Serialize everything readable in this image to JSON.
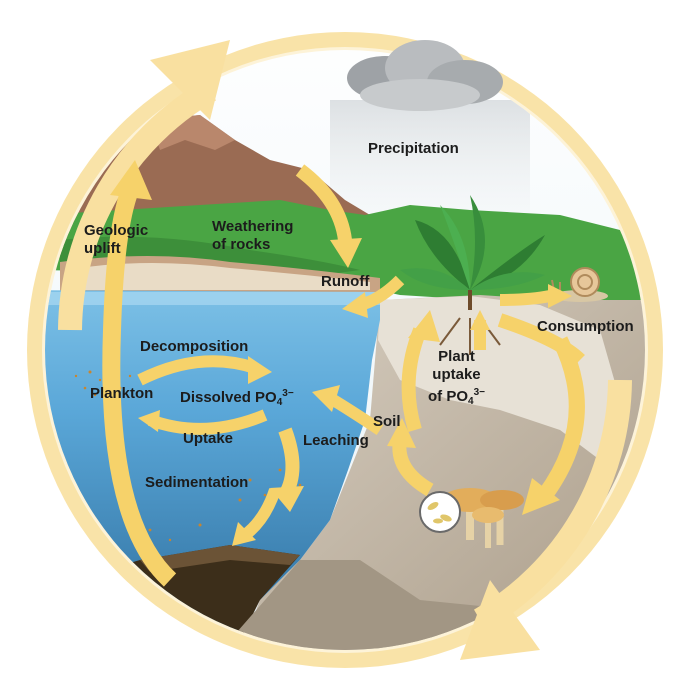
{
  "labels": {
    "precipitation": "Precipitation",
    "geologic_uplift": [
      "Geologic",
      "uplift"
    ],
    "weathering": [
      "Weathering",
      "of rocks"
    ],
    "runoff": "Runoff",
    "consumption": "Consumption",
    "decomposition": "Decomposition",
    "plant_uptake": [
      "Plant",
      "uptake",
      "of PO",
      "4",
      "3−"
    ],
    "plankton": "Plankton",
    "dissolved": [
      "Dissolved PO",
      "4",
      "3−"
    ],
    "soil": "Soil",
    "uptake": "Uptake",
    "leaching": "Leaching",
    "sedimentation": "Sedimentation"
  },
  "colors": {
    "arrow": "#f6d26a",
    "outer_ring": "#f8dc96",
    "water": "#5aa7d8",
    "deep_water": "#2f6f9e",
    "mountain": "#9a6b53",
    "grass": "#4aa544",
    "soil": "#b7ab9b",
    "sediment": "#4a3820"
  }
}
